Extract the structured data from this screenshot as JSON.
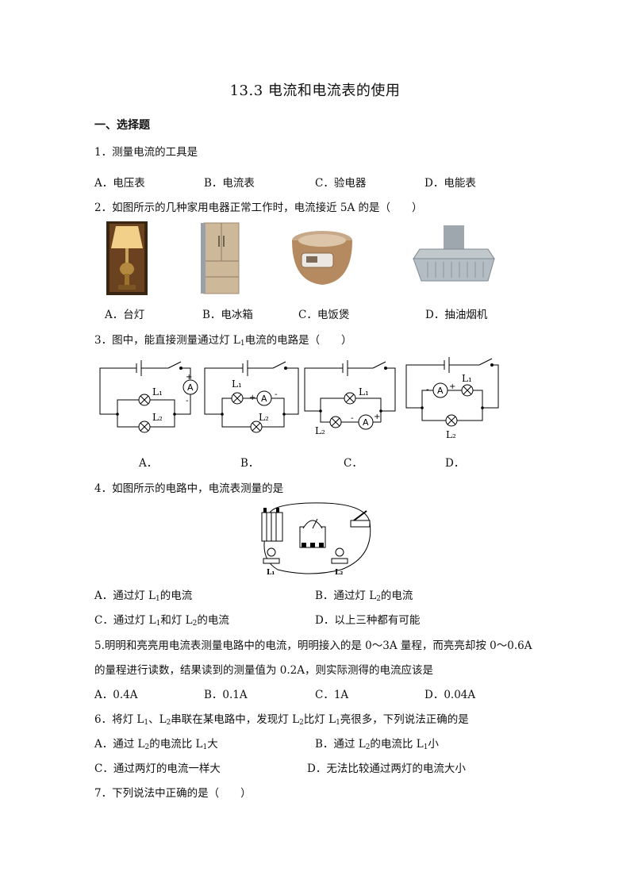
{
  "title": "13.3 电流和电流表的使用",
  "section": "一、选择题",
  "q1": {
    "stem": "1．测量电流的工具是",
    "options": [
      "A．电压表",
      "B．电流表",
      "C．验电器",
      "D．电能表"
    ]
  },
  "q2": {
    "stem": "2．如图所示的几种家用电器正常工作时，电流接近 5A 的是（　　）",
    "options": [
      "A．台灯",
      "B．电冰箱",
      "C．电饭煲",
      "D．抽油烟机"
    ]
  },
  "q3": {
    "stem_pre": "3．图中，能直接测量通过灯 L",
    "stem_sub": "1",
    "stem_post": "电流的电路是（　　）",
    "options": [
      "A．",
      "B．",
      "C．",
      "D．"
    ],
    "labels": {
      "l1": "L",
      "l2": "L",
      "s1": "1",
      "s2": "2",
      "ammeter": "A",
      "plus": "+",
      "minus": "-"
    },
    "fig_labels": {
      "l1": "L₁",
      "l2": "L₂"
    }
  },
  "q4": {
    "stem": "4．如图所示的电路中，电流表测量的是",
    "options": [
      {
        "pre": "A．通过灯 L",
        "sub": "1",
        "post": "的电流"
      },
      {
        "pre": "B．通过灯 L",
        "sub": "2",
        "post": "的电流"
      },
      {
        "pre": "C．通过灯 L",
        "sub": "1",
        "mid": "和灯 L",
        "sub2": "2",
        "post": "的电流"
      },
      {
        "pre": "D．以上三种都有可能"
      }
    ]
  },
  "q5": {
    "line1": "5.明明和亮亮用电流表测量电路中的电流，明明接入的是 0～3A 量程，而亮亮却按 0～0.6A",
    "line2": "的量程进行读数，结果读到的测量值为 0.2A，则实际测得的电流应该是",
    "options": [
      "A．0.4A",
      "B．0.1A",
      "C．1A",
      "D．0.04A"
    ]
  },
  "q6": {
    "stem": [
      "6．将灯 L",
      "1",
      "、L",
      "2",
      "串联在某电路中，发现灯 L",
      "2",
      "比灯 L",
      "1",
      "亮很多，下列说法正确的是"
    ],
    "optA": [
      "A．通过 L",
      "2",
      "的电流比 L",
      "1",
      "大"
    ],
    "optB": [
      "B．通过 L",
      "2",
      "的电流比 L",
      "1",
      "小"
    ],
    "optC": "C．通过两灯的电流一样大",
    "optD": "D．无法比较通过两灯的电流大小"
  },
  "q7": {
    "stem": "7．下列说法中正确的是（　　）"
  }
}
